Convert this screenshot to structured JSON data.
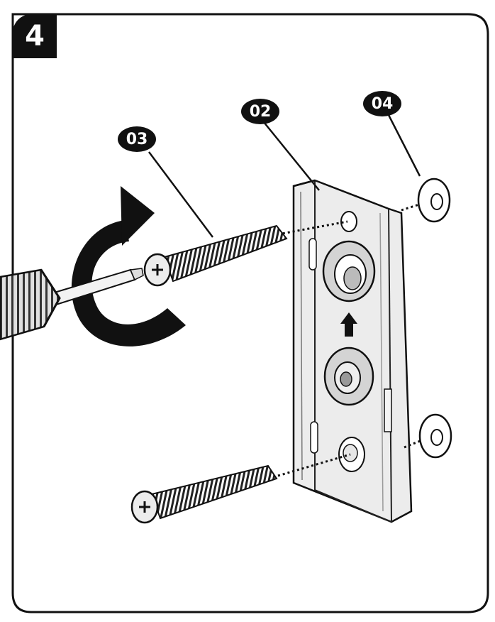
{
  "step": {
    "number": "4"
  },
  "callouts": {
    "bracket": "02",
    "screw": "03",
    "washer": "04"
  },
  "colors": {
    "ink": "#111111",
    "background": "#ffffff",
    "metal": "#e6e6e6"
  },
  "icons": [
    "screwdriver-icon",
    "rotation-arrow-icon",
    "up-arrow-icon"
  ]
}
